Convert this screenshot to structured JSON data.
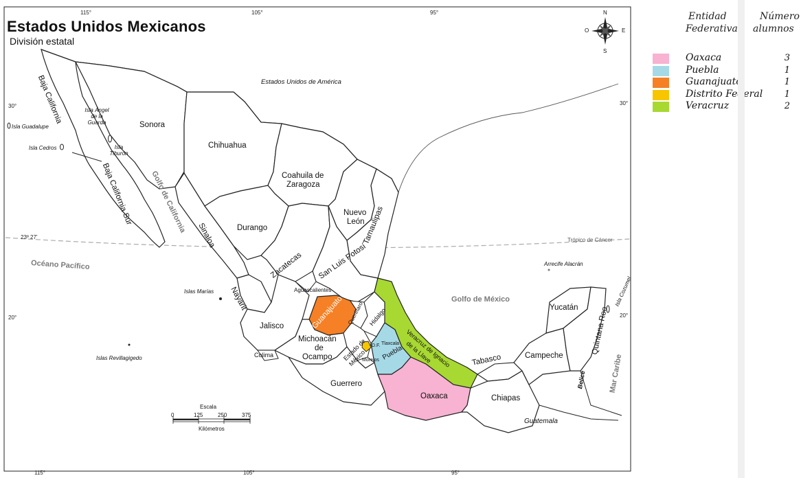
{
  "map": {
    "title": "Estados Unidos Mexicanos",
    "subtitle": "División estatal",
    "compass": {
      "n": "N",
      "s": "S",
      "e": "E",
      "o": "O"
    },
    "coords_top": [
      "115°",
      "105°",
      "95°"
    ],
    "coords_bottom": [
      "115°",
      "105°",
      "95°"
    ],
    "coords_left": [
      "30°",
      "20°"
    ],
    "coords_right": [
      "30°",
      "20°"
    ],
    "tropic_lat": "23º 27'",
    "tropic_name": "Trópico de Cáncer",
    "regions": {
      "usa": "Estados Unidos de América",
      "pacific": "Océano Pacífico",
      "gulf_mexico": "Golfo de México",
      "gulf_california": "Golfo de California",
      "caribbean": "Mar Caribe",
      "belize": "Belice",
      "guatemala": "Guatemala"
    },
    "islands": {
      "guadalupe": "Isla Guadalupe",
      "cedros": "Isla Cedros",
      "angel": "Isla Ángel de la Guarda",
      "tiburon": "Isla Tiburón",
      "marias": "Islas Marías",
      "revillagigedo": "Islas Revillagigedo",
      "alacran": "Arrecife Alacrán",
      "cozumel": "Isla Cozumel"
    },
    "states": {
      "baja_california": "Baja California",
      "baja_california_sur": "Baja California Sur",
      "sonora": "Sonora",
      "chihuahua": "Chihuahua",
      "coahuila_1": "Coahuila de",
      "coahuila_2": "Zaragoza",
      "nuevo_leon_1": "Nuevo",
      "nuevo_leon_2": "León",
      "tamaulipas": "Tamaulipas",
      "durango": "Durango",
      "sinaloa": "Sinaloa",
      "zacatecas": "Zacatecas",
      "san_luis_potosi": "San Luis Potosí",
      "nayarit": "Nayarit",
      "aguascalientes": "Aguascalientes",
      "guanajuato": "Guanajuato",
      "queretaro": "Querétaro",
      "hidalgo": "Hidalgo",
      "jalisco": "Jalisco",
      "michoacan_1": "Michoacán",
      "michoacan_2": "de",
      "michoacan_3": "Ocampo",
      "estado_mexico_1": "Estado de",
      "estado_mexico_2": "México",
      "df": "D.F.",
      "tlaxcala": "Tlaxcala",
      "morelos": "Morelos",
      "colima": "Colima",
      "puebla": "Puebla",
      "veracruz_1": "Veracruz de Ignacio",
      "veracruz_2": "de la Llave",
      "guerrero": "Guerrero",
      "oaxaca": "Oaxaca",
      "tabasco": "Tabasco",
      "chiapas": "Chiapas",
      "campeche": "Campeche",
      "yucatan": "Yucatán",
      "quintana_roo": "Quintana Roo"
    },
    "scale": {
      "title": "Escala",
      "ticks": [
        "0",
        "125",
        "250",
        "375"
      ],
      "unit": "Kilómetros"
    }
  },
  "legend": {
    "header_col1_line1": "Entidad",
    "header_col1_line2": "Federativa",
    "header_col2_line1": "Número",
    "header_col2_line2": "alumnos",
    "items": [
      {
        "name": "Oaxaca",
        "count": "3",
        "color": "#f7b3d1"
      },
      {
        "name": "Puebla",
        "count": "1",
        "color": "#a6d9e6"
      },
      {
        "name": "Guanajuato",
        "count": "1",
        "color": "#f58025"
      },
      {
        "name": "Distrito Federal",
        "count": "1",
        "color": "#f7c600"
      },
      {
        "name": "Veracruz",
        "count": "2",
        "color": "#a8d832"
      }
    ]
  }
}
